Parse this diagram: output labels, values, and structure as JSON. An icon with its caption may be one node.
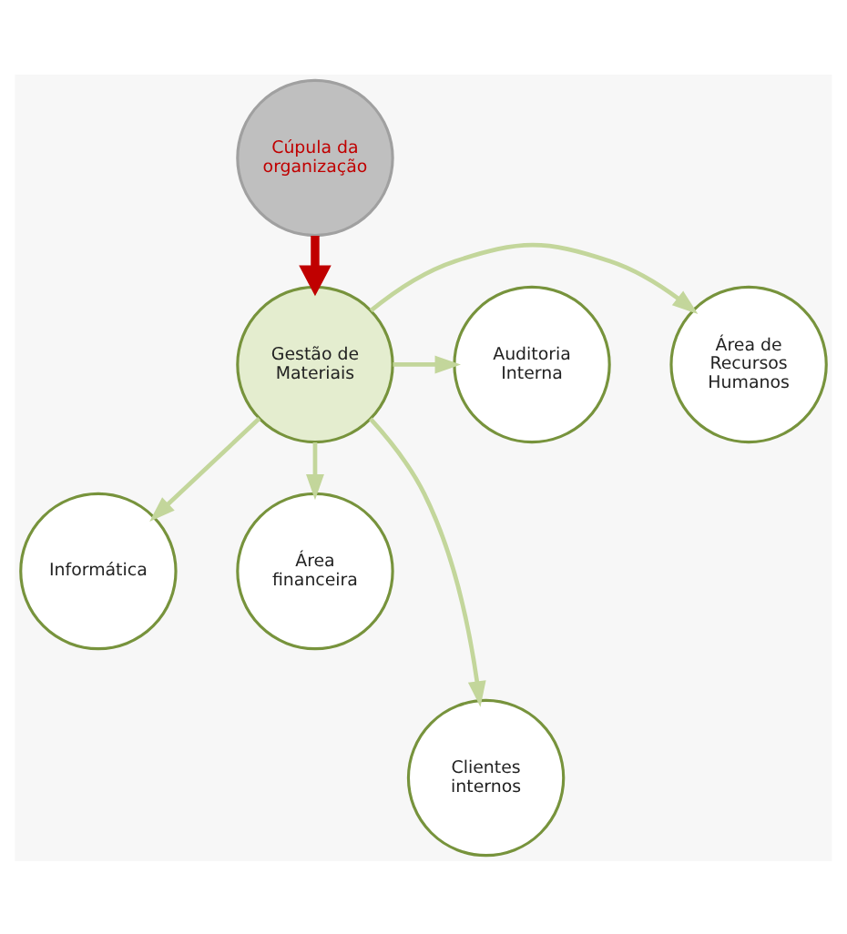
{
  "diagram": {
    "nodes": [
      {
        "text": [
          "Cúpula da organização"
        ]
      },
      {
        "text": [
          "Área de Recursos Humanos"
        ]
      },
      {
        "text": [
          "Auditoria Interna"
        ]
      },
      {
        "text": [
          "Gestão de Materiais"
        ]
      },
      {
        "text": [
          "Informática"
        ]
      },
      {
        "text": [
          "Área financeira"
        ]
      },
      {
        "text": [
          "Clientes internos"
        ]
      }
    ],
    "edges": [
      {
        "from": 0,
        "to": 3,
        "arrow": "to",
        "style": "thick",
        "color": "#c00000"
      },
      {
        "from": 3,
        "to": 1,
        "arrow": "to"
      },
      {
        "from": 3,
        "to": 2,
        "arrow": "to"
      },
      {
        "from": 3,
        "to": 4,
        "arrow": "to"
      },
      {
        "from": 3,
        "to": 5,
        "arrow": "to"
      },
      {
        "from": 3,
        "to": 6,
        "arrow": "to"
      }
    ]
  }
}
